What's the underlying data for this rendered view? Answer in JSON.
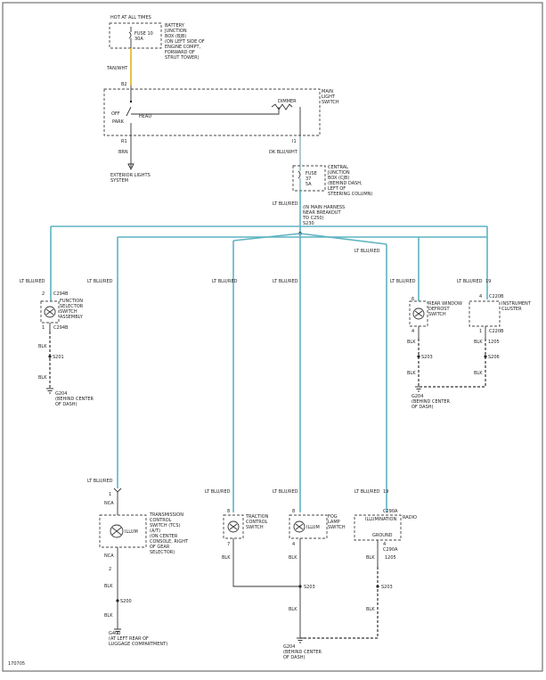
{
  "labels": {
    "hot_at_all_times": "HOT AT ALL TIMES",
    "fuse10": "FUSE 10",
    "fuse10_amp": "30A",
    "bjb": [
      "BATTERY",
      "JUNCTION",
      "BOX (BJB)",
      "(ON LEFT SIDE OF",
      "ENGINE COMPT,",
      "FORWARD OF",
      "STRUT TOWER)"
    ],
    "tan_wht": "TAN/WHT",
    "b2": "B2",
    "off": "OFF",
    "head": "HEAD",
    "park": "PARK",
    "dimmer": "DIMMER",
    "main_light_switch": [
      "MAIN",
      "LIGHT",
      "SWITCH"
    ],
    "r1": "R1",
    "i1": "I1",
    "brn": "BRN",
    "dk_blu_wht": "DK BLU/WHT",
    "exterior_lights": [
      "EXTERIOR LIGHTS",
      "SYSTEM"
    ],
    "fuse37": [
      "FUSE",
      "37",
      "5A"
    ],
    "cjb": [
      "CENTRAL",
      "JUNCTION",
      "BOX (CJB)",
      "(BEHIND DASH,",
      "LEFT OF",
      "STEERING COLUMN)"
    ],
    "lt_blu_red": "LT BLU/RED",
    "main_harness": [
      "(IN MAIN HARNESS",
      "NEAR BREAKOUT",
      "TO C250)",
      "S230"
    ],
    "c294b_top": "C294B",
    "pin2": "2",
    "pin1": "1",
    "function_selector": [
      "FUNCTION",
      "SELECTOR",
      "SWITCH",
      "ASSEMBLY"
    ],
    "c294b_bot": "C294B",
    "blk": "BLK",
    "s201": "S201",
    "g204_left": [
      "G204",
      "(BEHIND CENTER",
      "OF DASH)"
    ],
    "rear_window": [
      "REAR WINDOW",
      "DEFROST",
      "SWITCH"
    ],
    "pin6": "6",
    "pin4": "4",
    "instrument_cluster": [
      "INSTRUMENT",
      "CLUSTER"
    ],
    "c220b": "C220B",
    "c220b_bot": "C220B",
    "pin19": "19",
    "w1205": "1205",
    "s203": "S203",
    "s206": "S206",
    "g204_right": [
      "G204",
      "(BEHIND CENTER",
      "OF DASH)"
    ],
    "nca": "NCA",
    "tcs": [
      "TRANSMISSION",
      "CONTROL",
      "SWITCH (TCS)",
      "(A/T)",
      "(ON CENTER",
      "CONSOLE, RIGHT",
      "OF GEAR",
      "SELECTOR)"
    ],
    "illum": "ILLUM",
    "s200": "S200",
    "g400": [
      "G400",
      "(AT LEFT REAR OF",
      "LUGGAGE COMPARTMENT)"
    ],
    "traction": [
      "TRACTION",
      "CONTROL",
      "SWITCH"
    ],
    "pin7": "7",
    "pin8": "8",
    "fog_lamp": [
      "FOG",
      "LAMP",
      "SWITCH"
    ],
    "c290a": "C290A",
    "c290a_bot": "C290A",
    "radio": "RADIO",
    "illumination": "ILLUMINATION",
    "ground": "GROUND",
    "s203b": "S203",
    "s203c": "S203",
    "g204_bottom": [
      "G204",
      "(BEHIND CENTER",
      "OF DASH)"
    ],
    "fig_id": "170705"
  },
  "colors": {
    "wire_lt_blu_red": "#5fb3c3",
    "wire_tan_wht": "#e8c04a",
    "wire_default": "#333333"
  }
}
